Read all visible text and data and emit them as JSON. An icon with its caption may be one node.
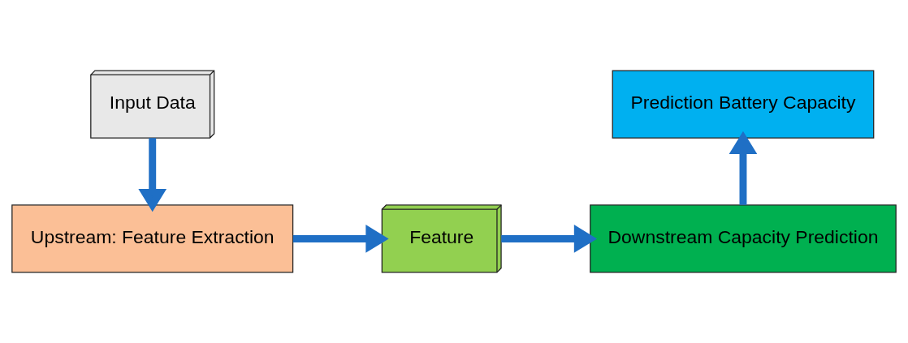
{
  "diagram": {
    "nodes": [
      {
        "text": [
          "Input Data"
        ]
      },
      {
        "text": [
          "Upstream: Feature Extraction"
        ]
      },
      {
        "text": [
          "Feature"
        ]
      },
      {
        "text": [
          "Downstream Capacity Prediction"
        ]
      },
      {
        "text": [
          "Prediction Battery Capacity"
        ]
      }
    ],
    "edges": [
      {
        "from": 0,
        "to": 1,
        "arrow": "to"
      },
      {
        "from": 1,
        "to": 2,
        "arrow": "to"
      },
      {
        "from": 2,
        "to": 3,
        "arrow": "to"
      },
      {
        "from": 3,
        "to": 4,
        "arrow": "to"
      }
    ]
  }
}
